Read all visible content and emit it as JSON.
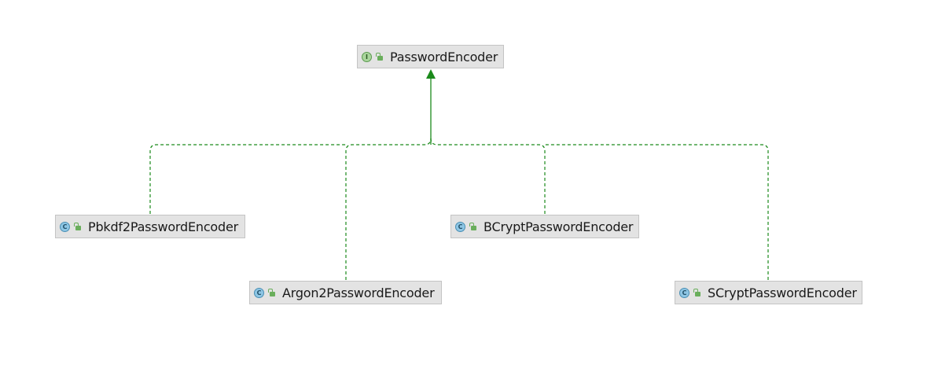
{
  "diagram": {
    "edge_color": "#1b8a1b",
    "parent": {
      "name": "PasswordEncoder",
      "kind": "interface",
      "kind_glyph": "I",
      "icon": "interface-icon"
    },
    "children": [
      {
        "name": "Pbkdf2PasswordEncoder",
        "kind": "class",
        "kind_glyph": "C",
        "icon": "class-icon"
      },
      {
        "name": "Argon2PasswordEncoder",
        "kind": "class",
        "kind_glyph": "C",
        "icon": "class-icon"
      },
      {
        "name": "BCryptPasswordEncoder",
        "kind": "class",
        "kind_glyph": "C",
        "icon": "class-icon"
      },
      {
        "name": "SCryptPasswordEncoder",
        "kind": "class",
        "kind_glyph": "C",
        "icon": "class-icon"
      }
    ],
    "relation": "implements"
  }
}
